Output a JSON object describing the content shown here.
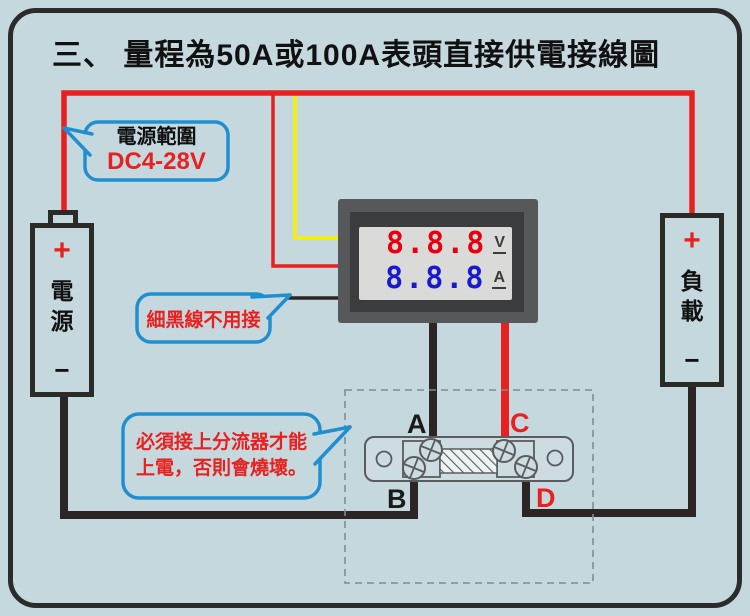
{
  "title": "三、 量程為50A或100A表頭直接供電接線圖",
  "colors": {
    "background": "#c5d8de",
    "wire_red": "#e8201f",
    "wire_yellow": "#f8ef00",
    "wire_black": "#2b2524",
    "callout_border": "#1f8fd0",
    "callout_text_red": "#e8201f",
    "digit_red": "#e60012",
    "digit_blue": "#1a1acd"
  },
  "callouts": {
    "power_range": {
      "line1": "電源範圍",
      "line2": "DC4-28V"
    },
    "thin_wire_note": {
      "text": "細黑線不用接"
    },
    "shunt_warning": {
      "line1": "必須接上分流器才能",
      "line2": "上電，否則會燒壞。"
    }
  },
  "meter": {
    "voltage": "8.8.8",
    "voltage_unit": "V",
    "current": "8.8.8",
    "current_unit": "A"
  },
  "source_battery": {
    "plus": "+",
    "chars": [
      "電",
      "源"
    ],
    "minus": "−"
  },
  "load_battery": {
    "plus": "+",
    "chars": [
      "負",
      "載"
    ],
    "minus": "−"
  },
  "shunt": {
    "terminal_a": "A",
    "terminal_b": "B",
    "terminal_c": "C",
    "terminal_d": "D"
  }
}
